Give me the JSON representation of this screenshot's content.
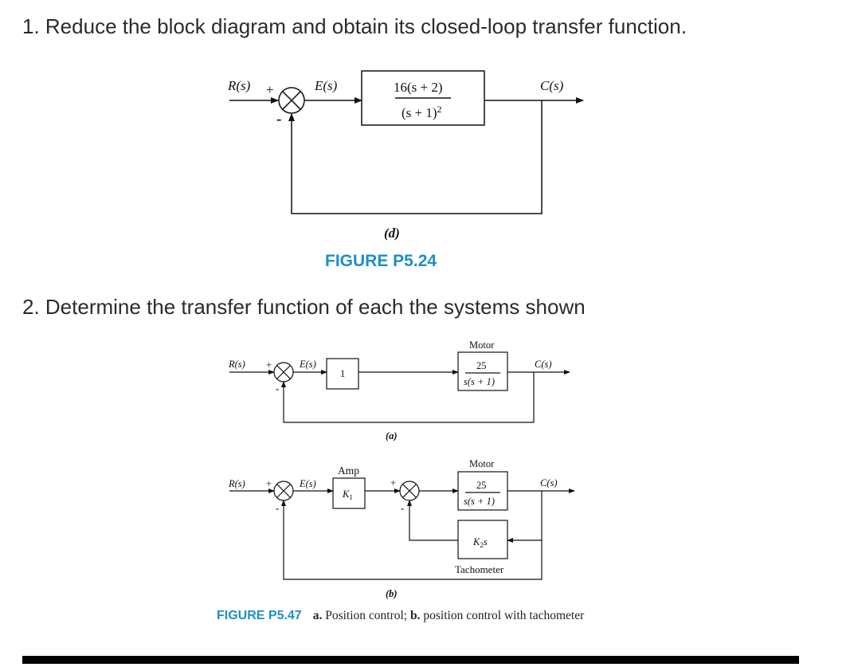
{
  "q1": {
    "text": "1. Reduce the block diagram and obtain its closed-loop transfer function."
  },
  "q2": {
    "text": "2. Determine the transfer function of each the systems shown"
  },
  "fig1": {
    "input": "R(s)",
    "error": "E(s)",
    "output": "C(s)",
    "plus": "+",
    "minus": "-",
    "num": "16(s + 2)",
    "den_base": "(s + 1)",
    "den_exp": "2",
    "sublabel": "(d)",
    "title": "FIGURE P5.24"
  },
  "fig2a": {
    "input": "R(s)",
    "error": "E(s)",
    "output": "C(s)",
    "plus": "+",
    "minus": "-",
    "gain": "1",
    "motor_label": "Motor",
    "motor_num": "25",
    "motor_den": "s(s + 1)",
    "sublabel": "(a)"
  },
  "fig2b": {
    "input": "R(s)",
    "error": "E(s)",
    "output": "C(s)",
    "plus": "+",
    "minus": "-",
    "amp_label": "Amp",
    "amp_gain": "K",
    "amp_gain_sub": "1",
    "motor_label": "Motor",
    "motor_num": "25",
    "motor_den": "s(s + 1)",
    "tach_gain": "K",
    "tach_gain_sub": "2",
    "tach_gain_var": "s",
    "tach_label": "Tachometer",
    "sublabel": "(b)"
  },
  "caption": {
    "figure": "FIGURE P5.47",
    "a_mark": "a.",
    "a_text": "Position control;",
    "b_mark": "b.",
    "b_text": "position control with tachometer"
  }
}
